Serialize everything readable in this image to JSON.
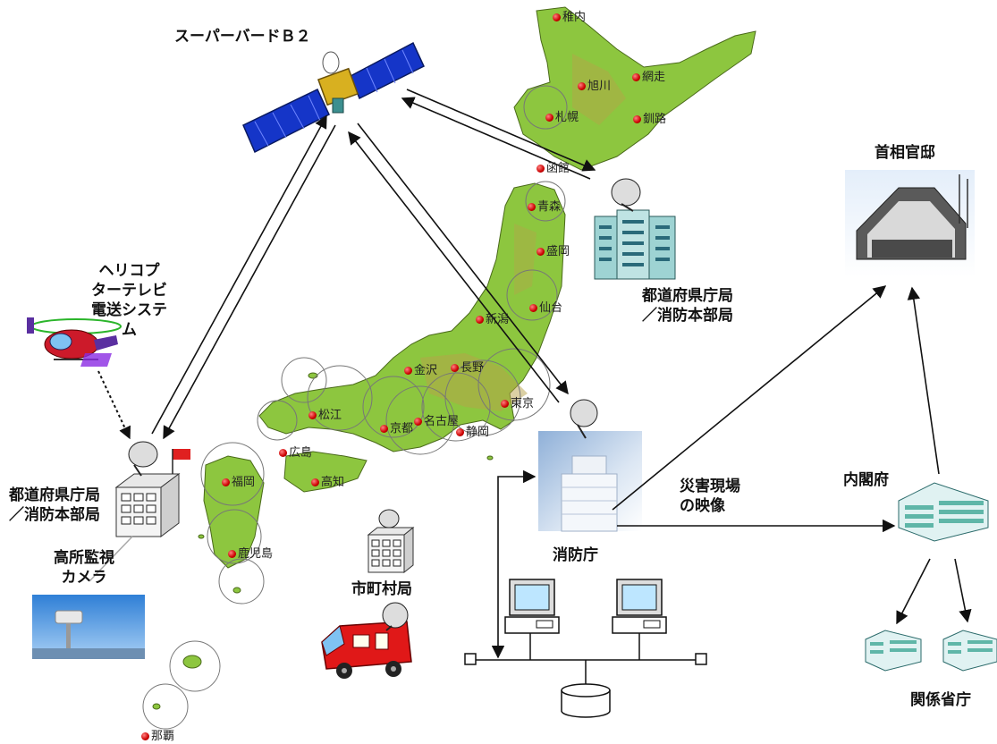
{
  "labels": {
    "satellite": "スーパーバードＢ２",
    "pm_office": "首相官邸",
    "pref_top_line1": "都道府県庁局",
    "pref_top_line2": "／消防本部局",
    "heli_line1": "ヘリコプ",
    "heli_line2": "ターテレビ",
    "heli_line3": "電送システ",
    "heli_line4": "ム",
    "pref_left_line1": "都道府県庁局",
    "pref_left_line2": "／消防本部局",
    "highcam_line1": "高所監視",
    "highcam_line2": "カメラ",
    "municipal": "市町村局",
    "fdma": "消防庁",
    "disaster_line1": "災害現場",
    "disaster_line2": "の映像",
    "cabinet": "内閣府",
    "ministries": "関係省庁"
  },
  "cities": {
    "wakkanai": "稚内",
    "asahikawa": "旭川",
    "abashiri": "網走",
    "sapporo": "札幌",
    "kushiro": "釧路",
    "hakodate": "函館",
    "aomori": "青森",
    "morioka": "盛岡",
    "sendai": "仙台",
    "niigata": "新潟",
    "kanazawa": "金沢",
    "nagano": "長野",
    "tokyo": "東京",
    "matsue": "松江",
    "kyoto": "京都",
    "nagoya": "名古屋",
    "shizuoka": "静岡",
    "hiroshima": "広島",
    "takamatsu": "高知",
    "fukuoka": "福岡",
    "kagoshima": "鹿児島",
    "naha": "那覇"
  },
  "colors": {
    "land": "#8dc63f",
    "mountain": "#b7a24a",
    "satellite_panel": "#1535c8",
    "building": "#5fb6a8",
    "fire_truck": "#e01818",
    "sky": "#3f8fdc"
  }
}
